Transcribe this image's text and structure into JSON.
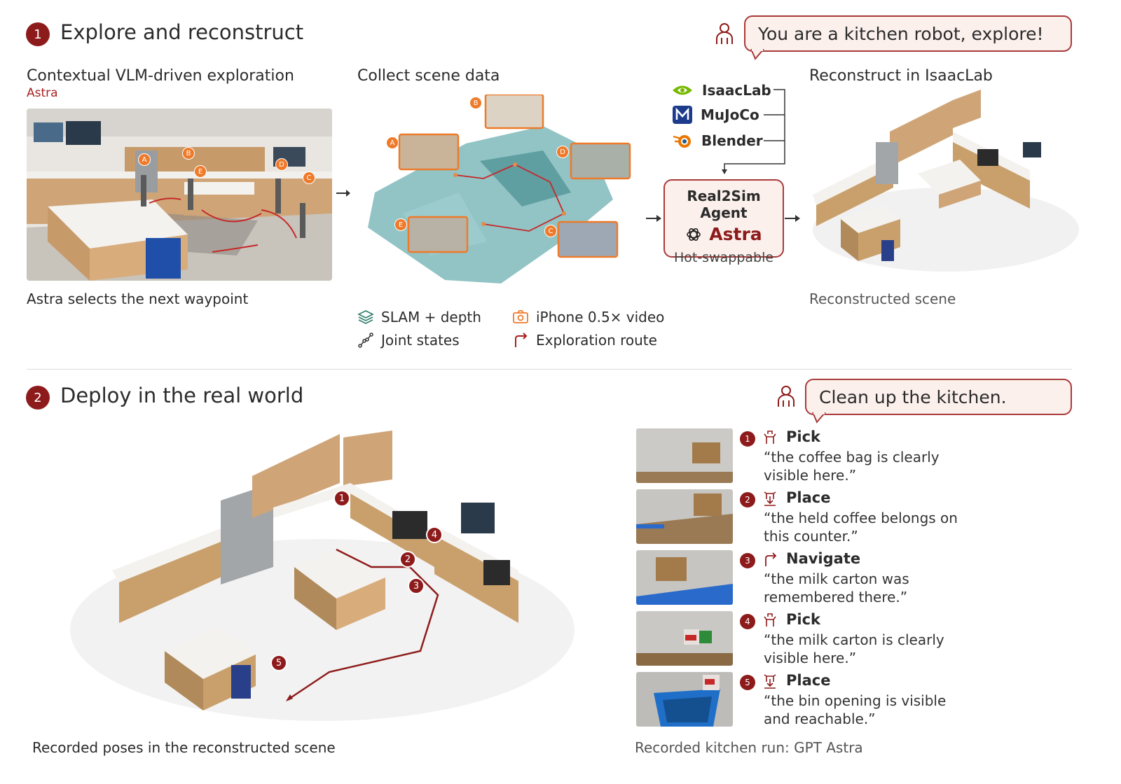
{
  "section1": {
    "number": "1",
    "title": "Explore and reconstruct",
    "prompt": "You are a kitchen robot, explore!",
    "panel_a": {
      "title": "Contextual VLM-driven exploration",
      "subtitle": "Astra",
      "caption": "Astra selects the next waypoint",
      "markers": [
        "A",
        "B",
        "E",
        "D",
        "C"
      ]
    },
    "panel_b": {
      "title": "Collect scene data",
      "markers": [
        "B",
        "A",
        "D",
        "E",
        "C"
      ],
      "legend": [
        {
          "icon": "layers-icon",
          "label": "SLAM + depth"
        },
        {
          "icon": "camera-icon",
          "label": "iPhone 0.5× video"
        },
        {
          "icon": "joints-icon",
          "label": "Joint states"
        },
        {
          "icon": "route-icon",
          "label": "Exploration route"
        }
      ]
    },
    "simulators": [
      {
        "icon": "nvidia-icon",
        "label": "IsaacLab"
      },
      {
        "icon": "mujoco-icon",
        "label": "MuJoCo"
      },
      {
        "icon": "blender-icon",
        "label": "Blender"
      }
    ],
    "agent": {
      "title": "Real2Sim Agent",
      "name": "Astra",
      "footer": "Hot-swappable"
    },
    "panel_c": {
      "title": "Reconstruct in IsaacLab",
      "caption": "Reconstructed scene"
    }
  },
  "section2": {
    "number": "2",
    "title": "Deploy in the real world",
    "prompt": "Clean up the kitchen.",
    "scene_caption": "Recorded poses in the reconstructed scene",
    "scene_markers": [
      "1",
      "2",
      "3",
      "4",
      "5"
    ],
    "steps": [
      {
        "num": "1",
        "icon": "grasp-icon",
        "action": "Pick",
        "quote": "“the coffee bag is clearly visible here.”"
      },
      {
        "num": "2",
        "icon": "release-icon",
        "action": "Place",
        "quote": "“the held coffee belongs on this counter.”"
      },
      {
        "num": "3",
        "icon": "route-icon",
        "action": "Navigate",
        "quote": "“the milk carton was remembered there.”"
      },
      {
        "num": "4",
        "icon": "grasp-icon",
        "action": "Pick",
        "quote": "“the milk carton is clearly visible here.”"
      },
      {
        "num": "5",
        "icon": "release-icon",
        "action": "Place",
        "quote": "“the bin opening is visible and reachable.”"
      }
    ],
    "steps_caption": "Recorded kitchen run: GPT Astra"
  },
  "colors": {
    "accent": "#8e1b1b",
    "bubble_border": "#a83a3a",
    "bubble_fill": "#fbf0ec",
    "marker_orange": "#ee7a2a",
    "pointcloud_teal": "#7fb8bb"
  }
}
